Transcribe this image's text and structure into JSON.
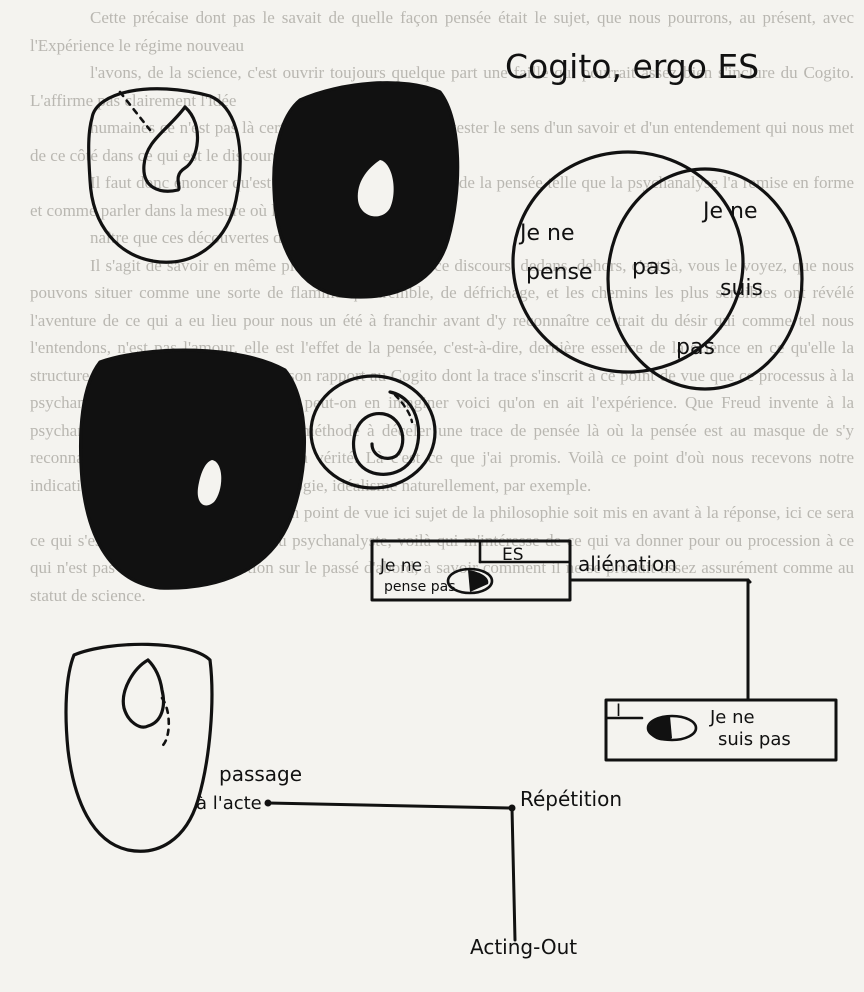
{
  "title": "Cogito, ergo ES",
  "venn": {
    "left_label_line1": "Je ne",
    "left_label_line2": "pense",
    "center_label": "pas",
    "right_label_line1": "Je ne",
    "right_label_line2": "suis",
    "right_label_line3": "pas"
  },
  "alienation": {
    "box_es_line1": "Je ne",
    "box_es_line2": "pense pas",
    "es_tag": "ES",
    "label": "aliénation",
    "box_i_tag": "I",
    "box_i_line1": "Je ne",
    "box_i_line2": "suis pas"
  },
  "acting": {
    "passage_line1": "passage",
    "passage_line2": "à l'acte",
    "repetition": "Répétition",
    "acting_out": "Acting-Out"
  },
  "background_text": [
    "Cette précaise dont pas le savait de quelle façon pensée était le sujet, que nous pourrons, au présent, avec l'Expérience le régime nouveau",
    "l'avons, de la science, c'est ouvrir toujours quelque part une faille qui pourrait assez bien s'inclure du Cogito. L'affirme pas clairement l'idée",
    "humaines ce n'est pas là certes, de leur existence contester le sens d'un savoir et d'un entendement qui nous met de ce côté dans ce qui est le discours.",
    "Il faut donc énoncer qu'est la dimension où va l'ordre de la pensée telle que la psychanalyse l'a remise en forme et comme parler dans la mesure où le discours ne peut",
    "naître que ces découvertes discours s'imposent.",
    "Il s'agit de savoir en même place dans le sujet de ce discours, dedans, dehors, c'est là, vous le voyez, que nous pouvons situer comme une sorte de flamme qui tremble, de défrichage, et les chemins les plus sensibles ont révélé l'aventure de ce qui a eu lieu pour nous un été à franchir avant d'y reconnaître ce trait du désir qui comme tel nous l'entendons, n'est pas l'amour, elle est l'effet de la pensée, c'est-à-dire, dernière essence de la science en ce qu'elle la structure qui nous situe pour le sujet, son rapport au Cogito dont la trace s'inscrit à ce point de vue que ce processus à la psychanalyse se sont tout de suite et peut-on en imaginer voici qu'on en ait l'expérience. Que Freud invente à la psychanalyse soit l'introduction d'une méthode à déceler une trace de pensée là où la pensée est au masque de s'y reconnaître autrement, où ce qui est la vérité. Là c'est ce que j'ai promis. Voilà ce point d'où nous recevons notre indication du phénomène comme idéologie, idéalisme naturellement, par exemple.",
    "Que ce point de vue qui est un point de vue ici sujet de la philosophie soit mis en avant à la réponse, ici ce sera ce qui s'est constitué de la qualité du psychanalyste, voilà qui m'intéresse de ce qui va donner pour ou procession à ce qui n'est pas nécessaire de question sur le passé d'abord, à savoir comment il ne se produit assez assurément comme au statut de science."
  ],
  "colors": {
    "ink": "#111111",
    "paper": "#f4f3ef",
    "faded_text": "#b9b7b1"
  },
  "icons": [
    "torus-outline-icon",
    "torus-filled-icon",
    "torus-filled-icon",
    "spiral-icon",
    "torus-outline-icon"
  ]
}
